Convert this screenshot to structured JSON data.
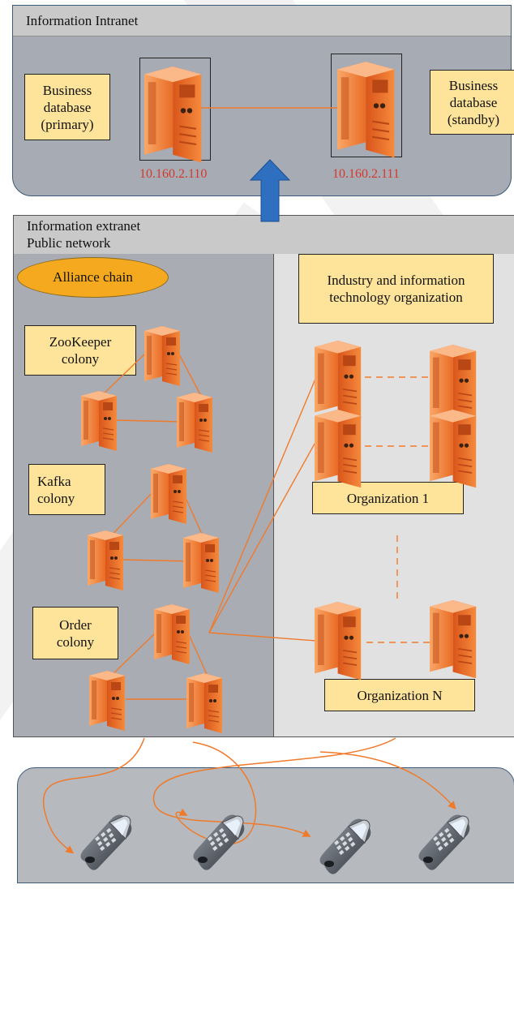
{
  "intranet": {
    "title": "Information Intranet",
    "primary_label": "Business database (primary)",
    "standby_label": "Business database (standby)",
    "primary_ip": "10.160.2.110",
    "standby_ip": "10.160.2.111"
  },
  "extranet": {
    "title_line1": "Information extranet",
    "title_line2": "Public network",
    "alliance_chain": "Alliance chain",
    "zookeeper_label": "ZooKeeper colony",
    "kafka_label": "Kafka colony",
    "order_label": "Order colony",
    "industry_label": "Industry and information technology organization",
    "org1_label": "Organization 1",
    "orgN_label": "Organization N"
  },
  "icons": {
    "server": "server-icon",
    "arrow": "up-arrow-icon",
    "phone": "mobile-phone-icon"
  },
  "colors": {
    "server_orange": "#f07a2c",
    "label_fill": "#fde49a",
    "ellipse_fill": "#f5a91e",
    "ip_red": "#d6382b",
    "arrow_blue": "#2e6fc0",
    "connector": "#f07a2c"
  }
}
